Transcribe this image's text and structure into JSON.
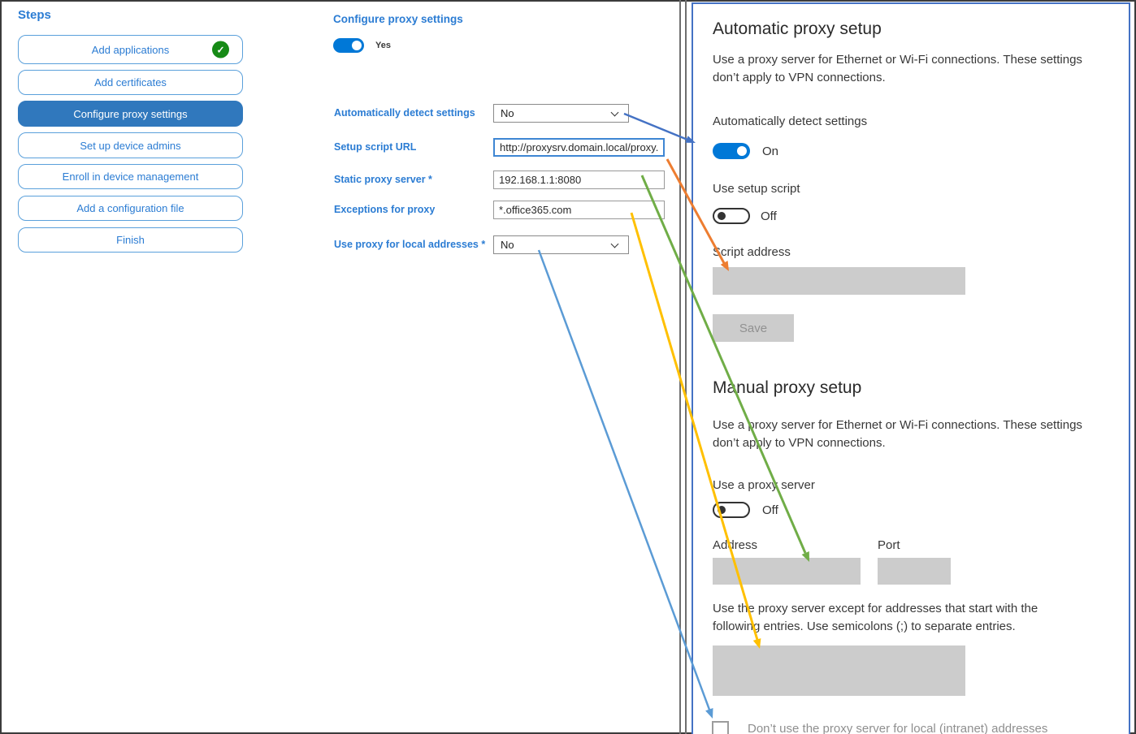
{
  "sidebar": {
    "title": "Steps",
    "items": [
      {
        "label": "Add applications",
        "status": "completed"
      },
      {
        "label": "Add certificates",
        "status": "normal"
      },
      {
        "label": "Configure proxy settings",
        "status": "selected"
      },
      {
        "label": "Set up device admins",
        "status": "normal"
      },
      {
        "label": "Enroll in device management",
        "status": "normal"
      },
      {
        "label": "Add a configuration file",
        "status": "normal"
      },
      {
        "label": "Finish",
        "status": "normal"
      }
    ]
  },
  "form": {
    "title": "Configure proxy settings",
    "enabled_toggle": {
      "state": "on",
      "label": "Yes"
    },
    "rows": [
      {
        "label": "Automatically detect settings",
        "control": "dropdown",
        "value": "No"
      },
      {
        "label": "Setup script URL",
        "control": "text",
        "value": "http://proxysrv.domain.local/proxy.pa",
        "focused": true
      },
      {
        "label": "Static proxy server *",
        "control": "text",
        "value": "192.168.1.1:8080"
      },
      {
        "label": "Exceptions for proxy",
        "control": "text",
        "value": "*.office365.com"
      },
      {
        "label": "Use proxy for local addresses *",
        "control": "dropdown",
        "value": "No"
      }
    ]
  },
  "settings_panel": {
    "automatic": {
      "title": "Automatic proxy setup",
      "description": "Use a proxy server for Ethernet or Wi-Fi connections. These settings\ndon’t apply to VPN connections.",
      "detect_label": "Automatically detect settings",
      "detect_state": "On",
      "setup_script_label": "Use setup script",
      "setup_script_state": "Off",
      "script_address_label": "Script address",
      "save_button": "Save"
    },
    "manual": {
      "title": "Manual proxy setup",
      "description": "Use a proxy server for Ethernet or Wi-Fi connections. These settings\ndon’t apply to VPN connections.",
      "use_proxy_label": "Use a proxy server",
      "use_proxy_state": "Off",
      "address_label": "Address",
      "port_label": "Port",
      "exceptions_description": "Use the proxy server except for addresses that start with the\nfollowing entries. Use semicolons (;) to separate entries.",
      "local_checkbox_label": "Don’t use the proxy server for local (intranet) addresses"
    }
  },
  "annotations": {
    "arrows": [
      {
        "name": "detect-setting-arrow",
        "color": "#4472C4"
      },
      {
        "name": "script-url-arrow",
        "color": "#ED7D31"
      },
      {
        "name": "static-proxy-arrow",
        "color": "#70AD47"
      },
      {
        "name": "exceptions-arrow",
        "color": "#FFC000"
      },
      {
        "name": "local-addresses-arrow",
        "color": "#5B9BD5"
      }
    ]
  },
  "colors": {
    "accent_blue": "#2B7CD3",
    "selected_step_bg": "#3078BD",
    "step_border": "#5AA0DB",
    "toggle_on": "#0078D7",
    "completed_green": "#168A16",
    "disabled_gray": "#CCCCCC",
    "panel_border": "#4472C4"
  }
}
